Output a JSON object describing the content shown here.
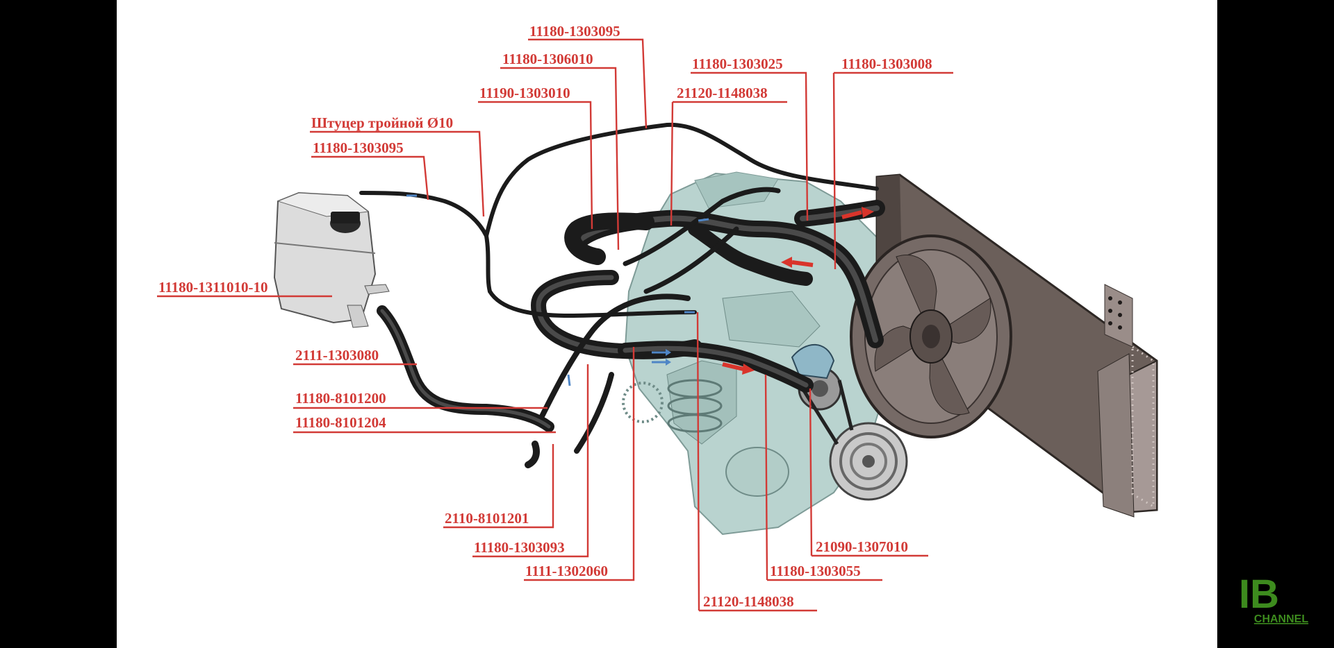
{
  "labels": {
    "l1": "11180-1303095",
    "l2": "11180-1306010",
    "l3": "11180-1303025",
    "l4": "11180-1303008",
    "l5": "11190-1303010",
    "l6": "21120-1148038",
    "l7": "Штуцер тройной Ø10",
    "l8": "11180-1303095",
    "l9": "11180-1311010-10",
    "l10": "2111-1303080",
    "l11": "11180-8101200",
    "l12": "11180-8101204",
    "l13": "2110-8101201",
    "l14": "11180-1303093",
    "l15": "1111-1302060",
    "l16": "21120-1148038",
    "l17": "11180-1303055",
    "l18": "21090-1307010"
  },
  "logo": {
    "mark": "IB",
    "caption": "CHANNEL"
  },
  "colors": {
    "label": "#d23a36",
    "engine": "#b9d3cf",
    "hose": "#1b1b1b",
    "radiator": "#6b5f5a",
    "flow_hot": "#d9342b",
    "flow_cold": "#4f86c6",
    "logo": "#3d8b1e"
  }
}
